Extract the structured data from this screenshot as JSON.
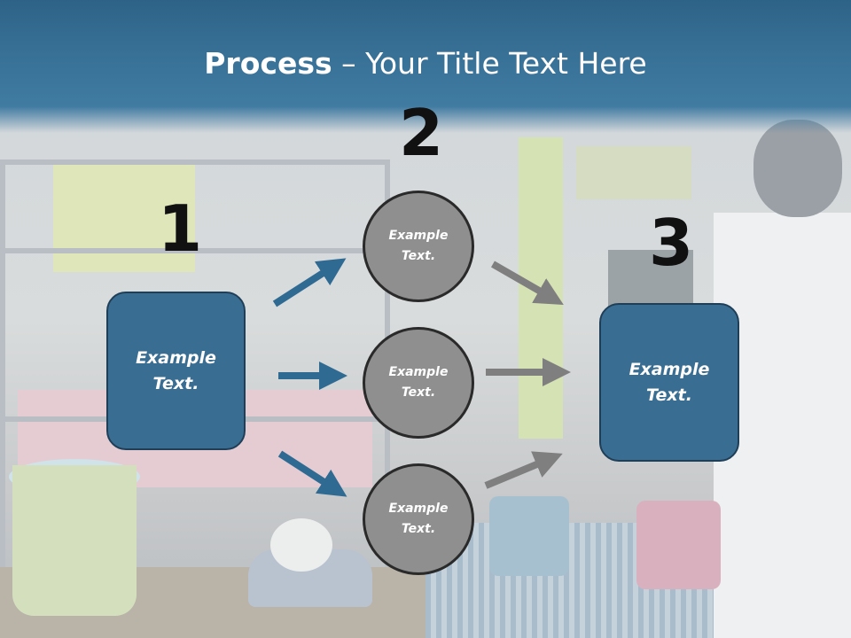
{
  "title": {
    "bold_part": "Process",
    "rest_part": " – Your Title Text Here"
  },
  "steps": [
    {
      "number": "1",
      "box_line1": "Example",
      "box_line2": "Text."
    },
    {
      "number": "2"
    },
    {
      "number": "3",
      "box_line1": "Example",
      "box_line2": "Text."
    }
  ],
  "circles": [
    {
      "line1": "Example",
      "line2": "Text."
    },
    {
      "line1": "Example",
      "line2": "Text."
    },
    {
      "line1": "Example",
      "line2": "Text."
    }
  ],
  "colors": {
    "title_bar": "#2e6387",
    "box_fill": "#3a6d92",
    "blue_arrow": "#2f6a93",
    "circle_fill": "#8f8f8f",
    "gray_arrow": "#7f7f7f"
  }
}
